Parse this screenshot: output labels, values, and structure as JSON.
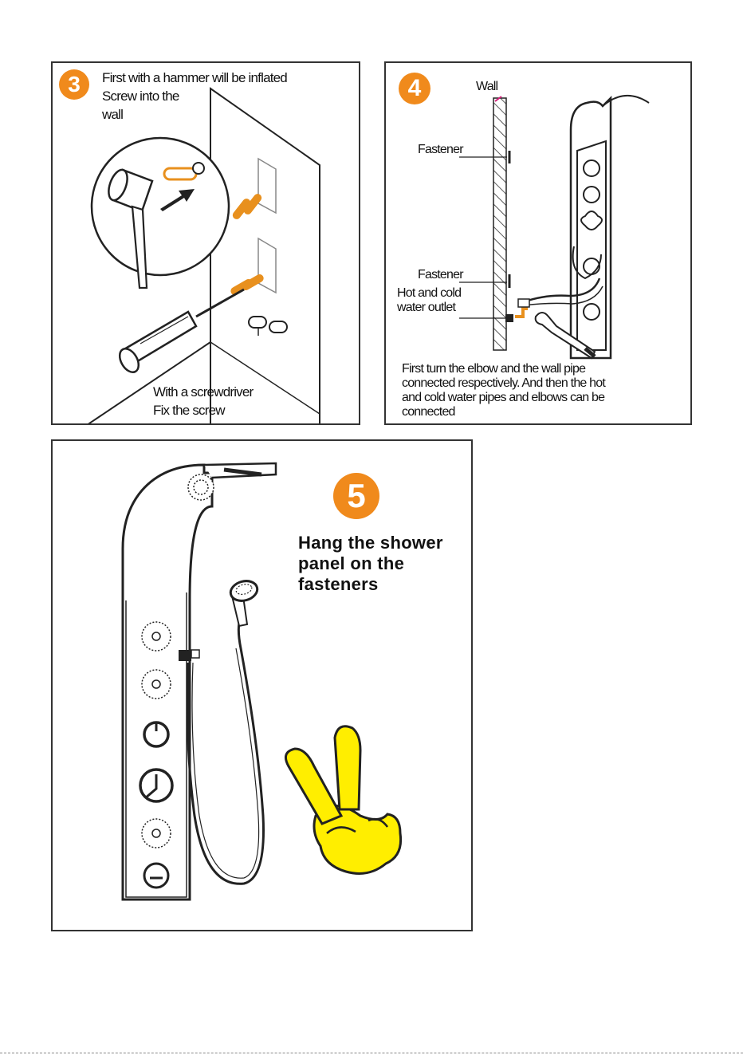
{
  "step3": {
    "number": "3",
    "instruction_top": "First with a hammer will be inflated",
    "instruction_line2": "Screw into the",
    "instruction_line3": "wall",
    "instruction_bottom_line1": "With a screwdriver",
    "instruction_bottom_line2": "Fix the screw"
  },
  "step4": {
    "number": "4",
    "wall_label": "Wall",
    "fastener_top_label": "Fastener",
    "fastener_bottom_label": "Fastener",
    "outlet_label_line1": "Hot and cold",
    "outlet_label_line2": "water outlet",
    "instruction_line1": "First turn the elbow and the wall pipe",
    "instruction_line2": "connected respectively. And then the hot",
    "instruction_line3": "and cold water pipes and elbows can be",
    "instruction_line4": "connected"
  },
  "step5": {
    "number": "5",
    "instruction_line1": "Hang the shower",
    "instruction_line2": "panel on the",
    "instruction_line3": "fasteners"
  },
  "colors": {
    "badge": "#f08a1c",
    "anchor": "#e8901e",
    "hand": "#ffee00",
    "outline": "#222222"
  },
  "icons": [
    "hammer-icon",
    "screwdriver-icon",
    "wrench-icon",
    "shower-panel-icon",
    "hand-shower-icon",
    "peace-hand-icon"
  ]
}
